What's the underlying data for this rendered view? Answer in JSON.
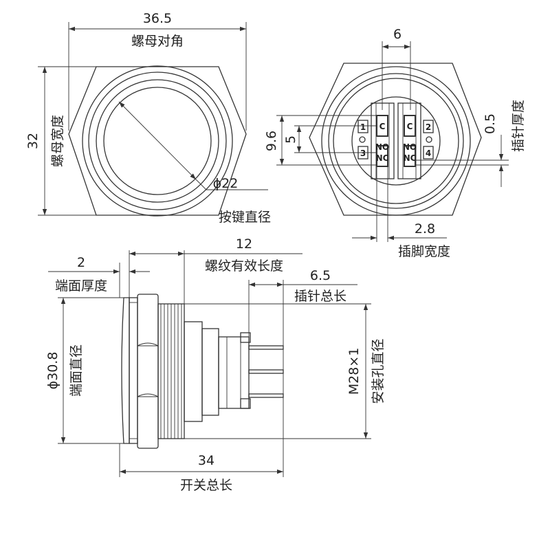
{
  "front_view": {
    "nut_across_corners": {
      "value": "36.5",
      "label": "螺母对角"
    },
    "nut_width": {
      "value": "32",
      "label": "螺母宽度"
    },
    "button_diameter": {
      "value": "ϕ22",
      "label": "按键直径"
    }
  },
  "rear_view": {
    "pin_spacing": {
      "value": "6"
    },
    "terminal_height": {
      "value": "9.6"
    },
    "terminal_pitch": {
      "value": "5"
    },
    "pin_thickness": {
      "value": "0.5",
      "label": "插针厚度"
    },
    "pin_width": {
      "value": "2.8",
      "label": "插脚宽度"
    },
    "terminal_marks": [
      "1",
      "C",
      "NO",
      "NC",
      "2",
      "C",
      "NO",
      "NC",
      "3",
      "4"
    ]
  },
  "side_view": {
    "face_thickness": {
      "value": "2",
      "label": "端面厚度"
    },
    "thread_length": {
      "value": "12",
      "label": "螺纹有效长度"
    },
    "pin_length": {
      "value": "6.5",
      "label": "插针总长"
    },
    "face_diameter": {
      "value": "ϕ30.8",
      "label": "端面直径"
    },
    "mount_hole": {
      "value": "M28×1",
      "label": "安装孔直径"
    },
    "total_length": {
      "value": "34",
      "label": "开关总长"
    }
  }
}
